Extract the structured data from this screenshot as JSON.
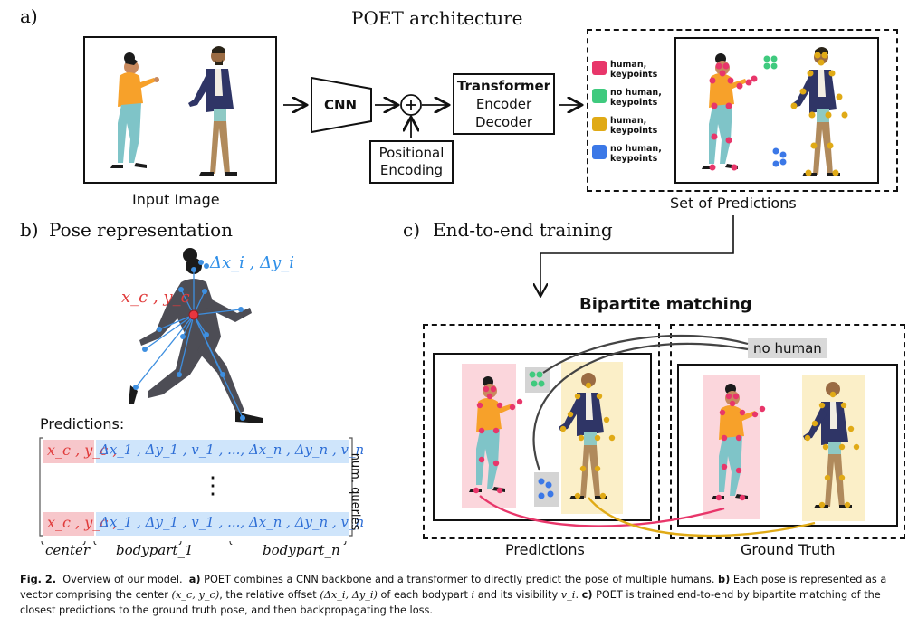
{
  "panel_a": {
    "tag": "a)",
    "title": "POET architecture",
    "input_label": "Input Image",
    "cnn_label": "CNN",
    "plus_symbol": "+",
    "positional_line1": "Positional",
    "positional_line2": "Encoding",
    "transformer_line1": "Transformer",
    "transformer_line2": "Encoder",
    "transformer_line3": "Decoder",
    "legend": [
      {
        "line1": "human,",
        "line2": "keypoints",
        "color": "#e8366a"
      },
      {
        "line1": "no human,",
        "line2": "keypoints",
        "color": "#3fca7e"
      },
      {
        "line1": "human,",
        "line2": "keypoints",
        "color": "#e0aa16"
      },
      {
        "line1": "no human,",
        "line2": "keypoints",
        "color": "#3b78e7"
      }
    ],
    "predictions_label": "Set of Predictions"
  },
  "panel_b": {
    "tag": "b)",
    "title": "Pose representation",
    "center_label": "x_c , y_c",
    "offset_label": "Δx_i , Δy_i",
    "predictions_header": "Predictions:",
    "row_center": "x_c , y_c ,",
    "row_body": "Δx_1 , Δy_1 , v_1 , ..., Δx_n , Δy_n , v_n",
    "vdots": "⋮",
    "num_queries": "num. queries",
    "brace_center": "center",
    "brace_bodypart1": "bodypart_1",
    "brace_bodypartn": "bodypart_n"
  },
  "panel_c": {
    "tag": "c)",
    "title": "End-to-end training",
    "matching_title": "Bipartite matching",
    "no_human": "no human",
    "predictions_label": "Predictions",
    "ground_truth_label": "Ground Truth"
  },
  "caption": {
    "fig": "Fig. 2.",
    "lead": "Overview of our model.",
    "a": "a)",
    "a_text": "POET combines a CNN backbone and a transformer to directly predict the pose of multiple humans.",
    "b": "b)",
    "b_text1": "Each pose is represented as a vector comprising the center",
    "b_center": "(x_c, y_c)",
    "b_text2": ", the relative offset",
    "b_offset": "(Δx_i, Δy_i)",
    "b_text3": "of each bodypart",
    "b_i": "i",
    "b_text4": "and its visibility",
    "b_vi": "v_i",
    "c": "c)",
    "c_text": "POET is trained end-to-end by bipartite matching of the closest predictions to the ground truth pose, and then backpropagating the loss."
  },
  "colors": {
    "pink": "#e8366a",
    "green": "#3fca7e",
    "yellow": "#e0aa16",
    "blue": "#3b78e7",
    "orange_shirt": "#f7a12a",
    "teal_pants": "#7fc4c8",
    "navy_coat": "#2f3566",
    "brown_pants": "#b08a5c"
  }
}
